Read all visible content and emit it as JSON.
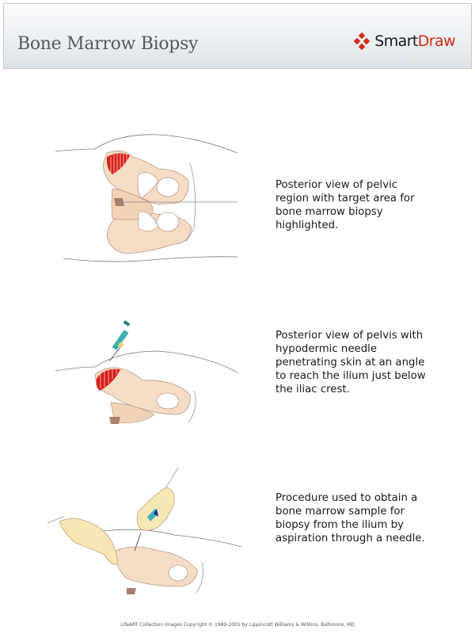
{
  "header": {
    "title": "Bone Marrow Biopsy",
    "logo": {
      "part1": "Smart",
      "part2": "Draw",
      "icon": "diamond-cluster-icon",
      "brand_color": "#d42a12"
    }
  },
  "panels": [
    {
      "illustration": "pelvis-posterior-view-target-highlighted",
      "caption": "Posterior view of pelvic region with target area for bone marrow biopsy highlighted."
    },
    {
      "illustration": "pelvis-with-hypodermic-needle",
      "caption": "Posterior view of pelvis with hypodermic needle penetrating skin at an angle to reach the ilium just below the iliac crest."
    },
    {
      "illustration": "gloved-hands-aspiration-procedure",
      "caption": "Procedure used to obtain a bone marrow sample for biopsy from the ilium by aspiration through a needle."
    }
  ],
  "footer": {
    "copyright": "LifeART Collection Images Copyright © 1989-2001 by Lippincott Williams & Wilkins, Baltimore, MD"
  },
  "colors": {
    "bone": "#f5dcc4",
    "bone_outline": "#b89a86",
    "target_red": "#d81e1e",
    "glove": "#f6e7b5",
    "syringe": "#3ab3b8"
  }
}
